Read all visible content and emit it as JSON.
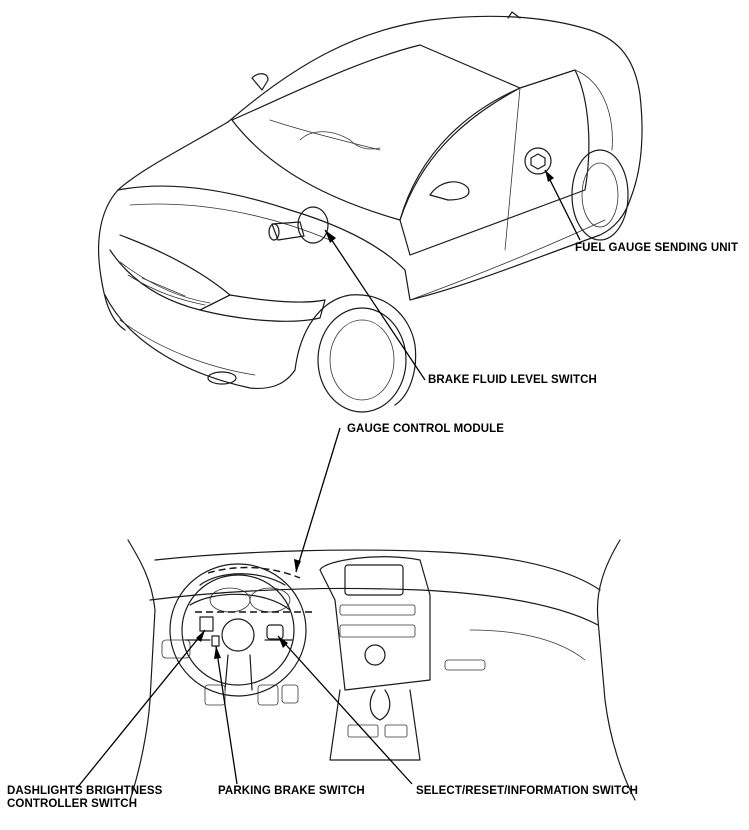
{
  "labels": {
    "fuel_gauge_sending_unit": "FUEL GAUGE SENDING UNIT",
    "brake_fluid_level_switch": "BRAKE FLUID LEVEL SWITCH",
    "gauge_control_module": "GAUGE CONTROL MODULE",
    "dashlights_line1": "DASHLIGHTS BRIGHTNESS",
    "dashlights_line2": "CONTROLLER SWITCH",
    "parking_brake_switch": "PARKING BRAKE SWITCH",
    "select_reset_information_switch": "SELECT/RESET/INFORMATION SWITCH"
  },
  "colors": {
    "line": "#1a1a1a",
    "background": "#ffffff"
  }
}
